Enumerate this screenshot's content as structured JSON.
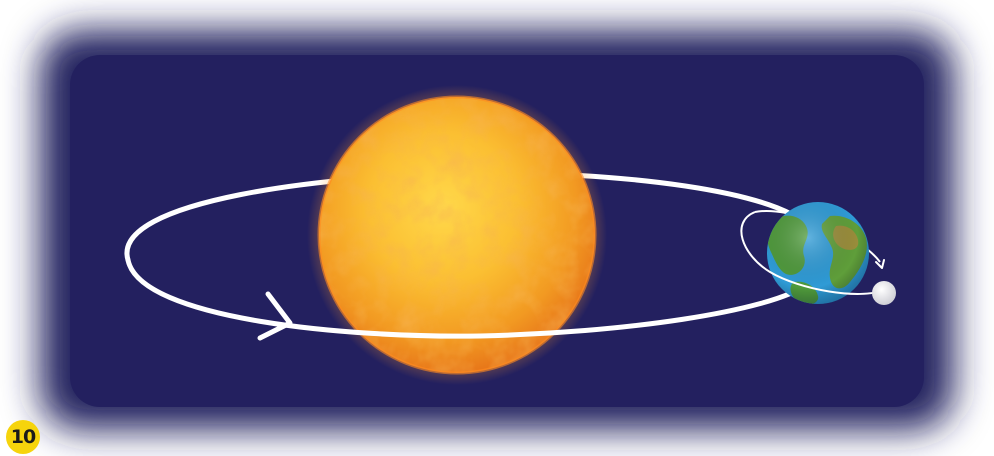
{
  "figure": {
    "number": "10",
    "subjects": [
      "sun",
      "earth",
      "moon"
    ],
    "arrows": [
      "earth-orbit-direction-arrow",
      "moon-orbit-direction-arrow"
    ]
  },
  "colors": {
    "space": "#23205f",
    "space_glow": "#b9b6d6",
    "sun_core": "#ffd84a",
    "sun_mid": "#f9b12a",
    "sun_edge": "#e8781a",
    "earth_ocean": "#2f9bd6",
    "earth_land": "#4f9a3c",
    "moon": "#f2f2f2",
    "orbit_line": "#ffffff",
    "badge": "#f6d40c"
  }
}
